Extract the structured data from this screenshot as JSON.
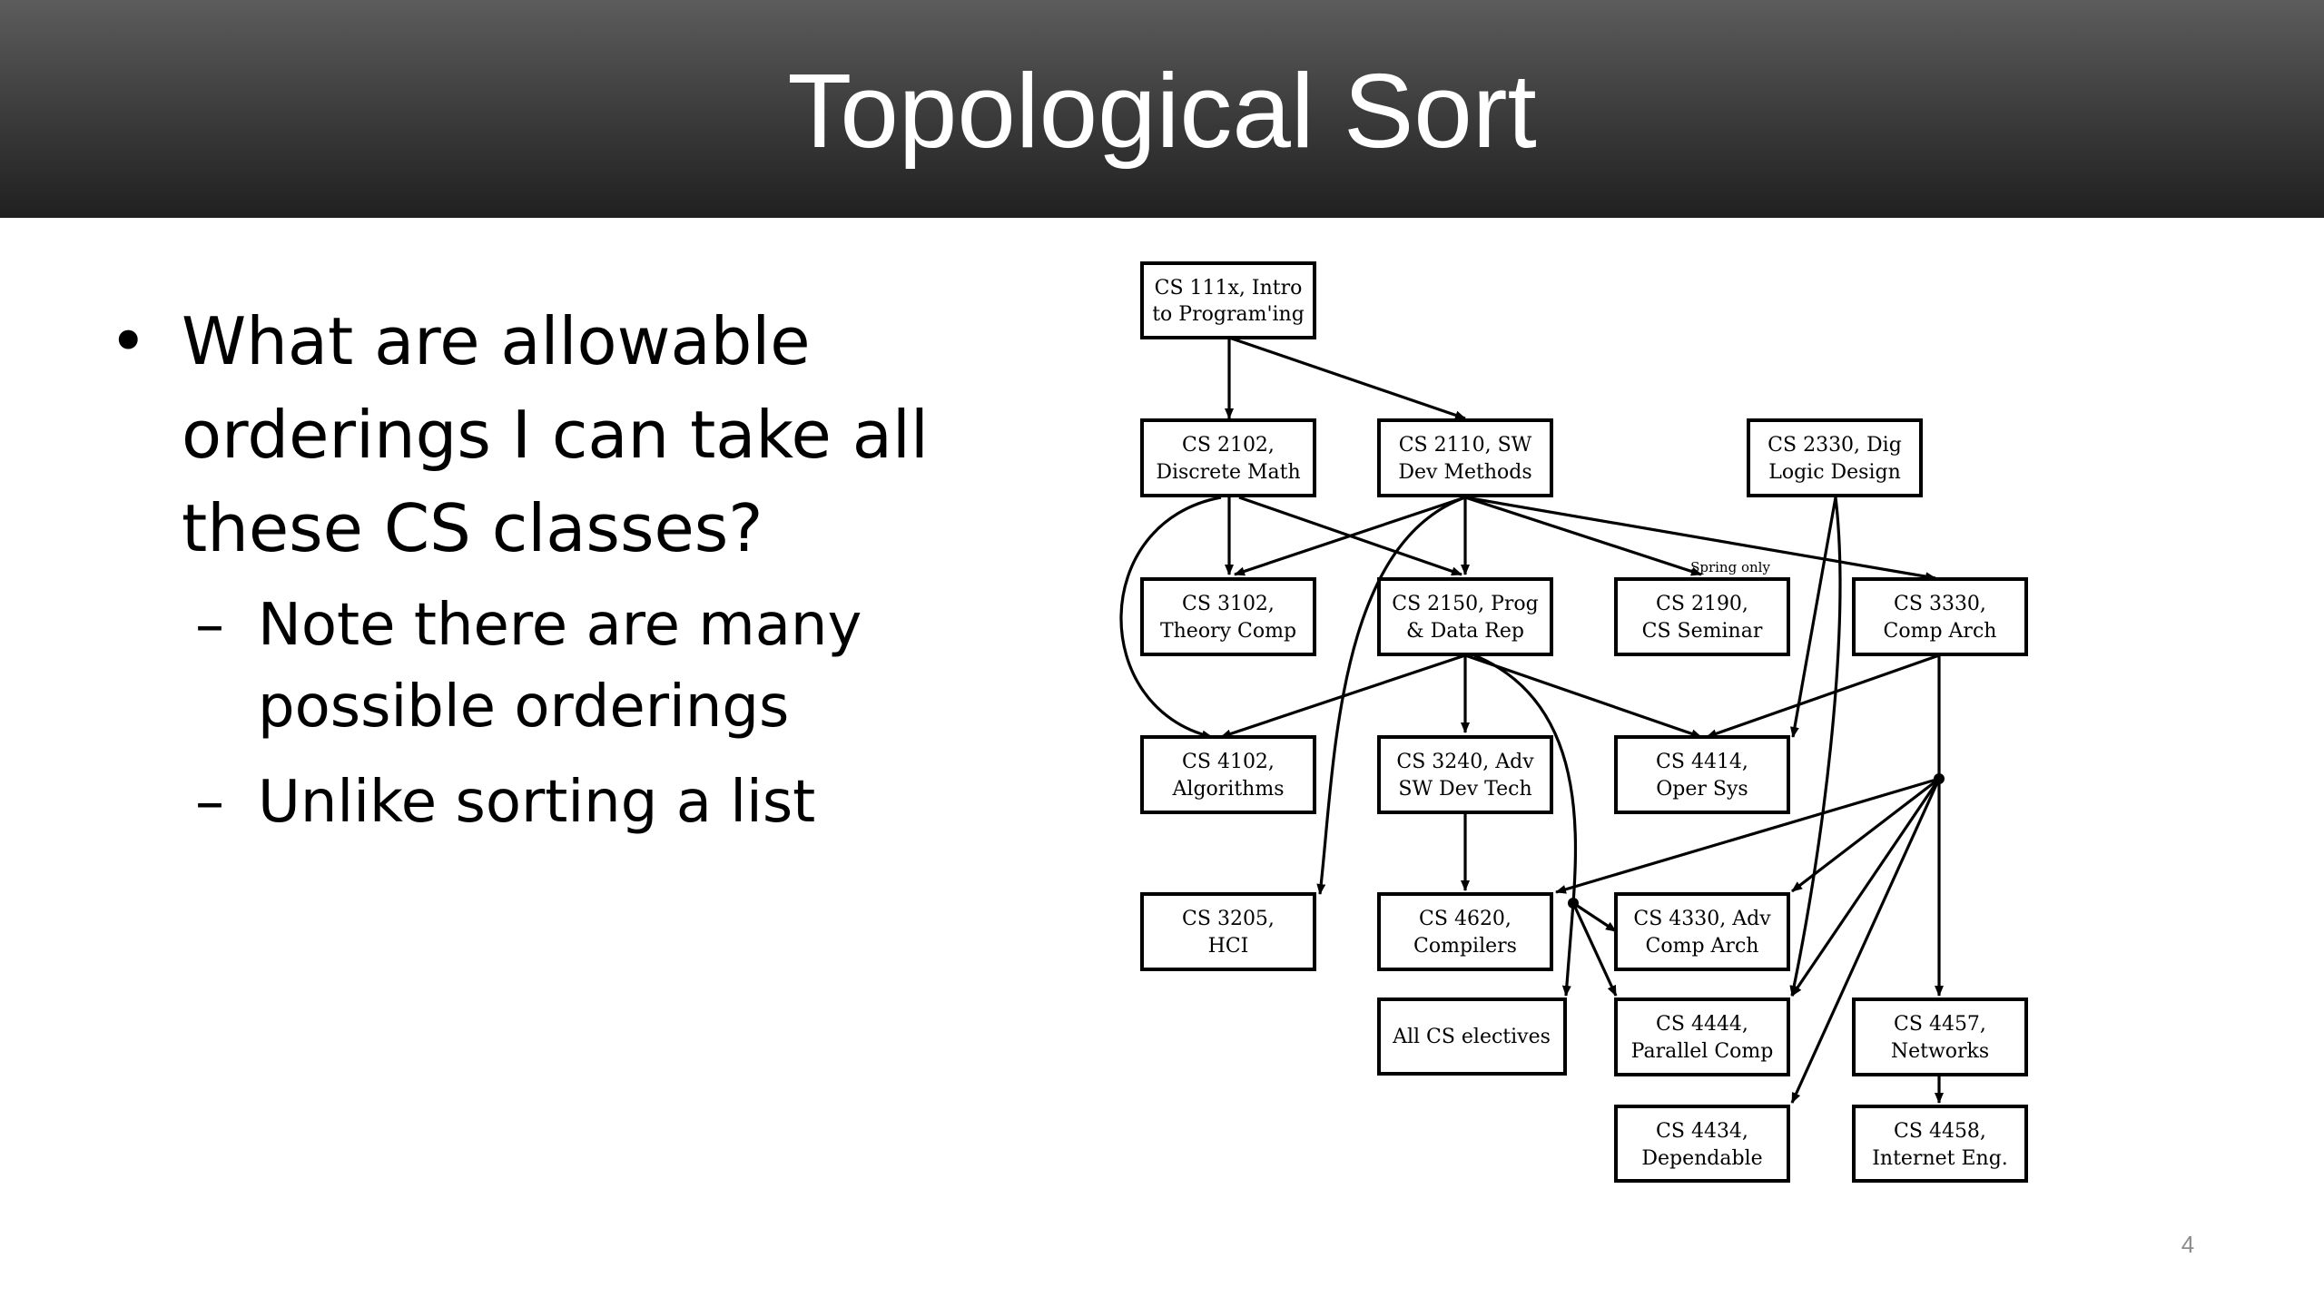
{
  "slide": {
    "title": "Topological Sort",
    "page_number": "4"
  },
  "bullets": {
    "main": "What are allowable orderings I can take all these CS classes?",
    "sub_1": "Note there are many possible orderings",
    "sub_2": "Unlike sorting a list"
  },
  "diagram": {
    "nodes": {
      "cs111x": {
        "line1": "CS 111x, Intro",
        "line2": "to Program'ing"
      },
      "cs2102": {
        "line1": "CS 2102,",
        "line2": "Discrete Math"
      },
      "cs2110": {
        "line1": "CS 2110, SW",
        "line2": "Dev Methods"
      },
      "cs2330": {
        "line1": "CS 2330, Dig",
        "line2": "Logic Design"
      },
      "cs3102": {
        "line1": "CS 3102,",
        "line2": "Theory Comp"
      },
      "cs2150": {
        "line1": "CS 2150, Prog",
        "line2": "& Data Rep"
      },
      "cs2190": {
        "line1": "CS 2190,",
        "line2": "CS Seminar"
      },
      "cs3330": {
        "line1": "CS 3330,",
        "line2": "Comp Arch"
      },
      "cs4102": {
        "line1": "CS 4102,",
        "line2": "Algorithms"
      },
      "cs3240": {
        "line1": "CS 3240, Adv",
        "line2": "SW Dev Tech"
      },
      "cs4414": {
        "line1": "CS 4414,",
        "line2": "Oper Sys"
      },
      "cs3205": {
        "line1": "CS 3205,",
        "line2": "HCI"
      },
      "cs4620": {
        "line1": "CS 4620,",
        "line2": "Compilers"
      },
      "cs4330": {
        "line1": "CS 4330, Adv",
        "line2": "Comp Arch"
      },
      "allelectives": {
        "line1": "All CS electives"
      },
      "cs4444": {
        "line1": "CS 4444,",
        "line2": "Parallel Comp"
      },
      "cs4457": {
        "line1": "CS 4457,",
        "line2": "Networks"
      },
      "cs4434": {
        "line1": "CS 4434,",
        "line2": "Dependable"
      },
      "cs4458": {
        "line1": "CS 4458,",
        "line2": "Internet Eng."
      }
    },
    "spring_note": "Spring only"
  }
}
